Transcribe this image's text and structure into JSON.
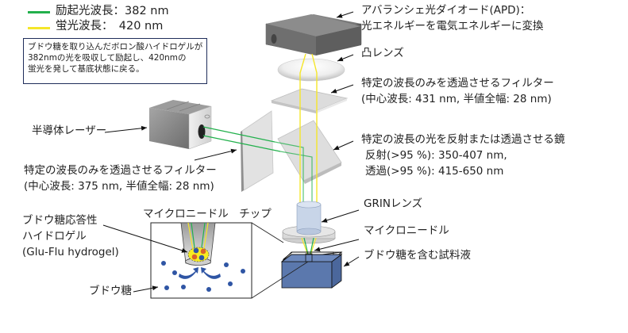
{
  "legend": {
    "items": [
      {
        "label": "励起光波長：382 nm",
        "color": "#22b04c"
      },
      {
        "label": "蛍光波長：　420 nm",
        "color": "#f5e62a"
      }
    ]
  },
  "note": {
    "lines": [
      "ブドウ糖を取り込んだボロン酸ハイドロゲルが",
      "382nmの光を吸収して励起し、420nmの",
      "蛍光を発して基底状態に戻る。"
    ]
  },
  "labels": {
    "apd": [
      "アバランシェ光ダイオード(APD)：",
      "光エネルギーを電気エネルギーに変換"
    ],
    "convex_lens": "凸レンズ",
    "emission_filter": [
      "特定の波長のみを透過させるフィルター",
      "(中心波長: 431 nm, 半値全幅: 28 nm)"
    ],
    "laser": "半導体レーザー",
    "dichroic_mirror": [
      "特定の波長の光を反射または透過させる鏡",
      "反射(>95 %): 350-407 nm,",
      "透過(>95 %): 415-650 nm"
    ],
    "excitation_filter": [
      "特定の波長のみを透過させるフィルター",
      "(中心波長: 375 nm, 半値全幅: 28 nm)"
    ],
    "grin_lens": "GRINレンズ",
    "microneedle": "マイクロニードル",
    "sample": "ブドウ糖を含む試料液",
    "tip": "マイクロニードル　チップ",
    "hydrogel": [
      "ブドウ糖応答性",
      "ハイドロゲル",
      "(Glu-Flu hydrogel)"
    ],
    "glucose": "ブドウ糖"
  },
  "colors": {
    "excitation": "#22b04c",
    "fluorescence": "#f5e62a",
    "glucose_dot": "#2f55a4",
    "fluorophore_dot": "#d9622b",
    "sample_liquid": "#5b78ad"
  }
}
